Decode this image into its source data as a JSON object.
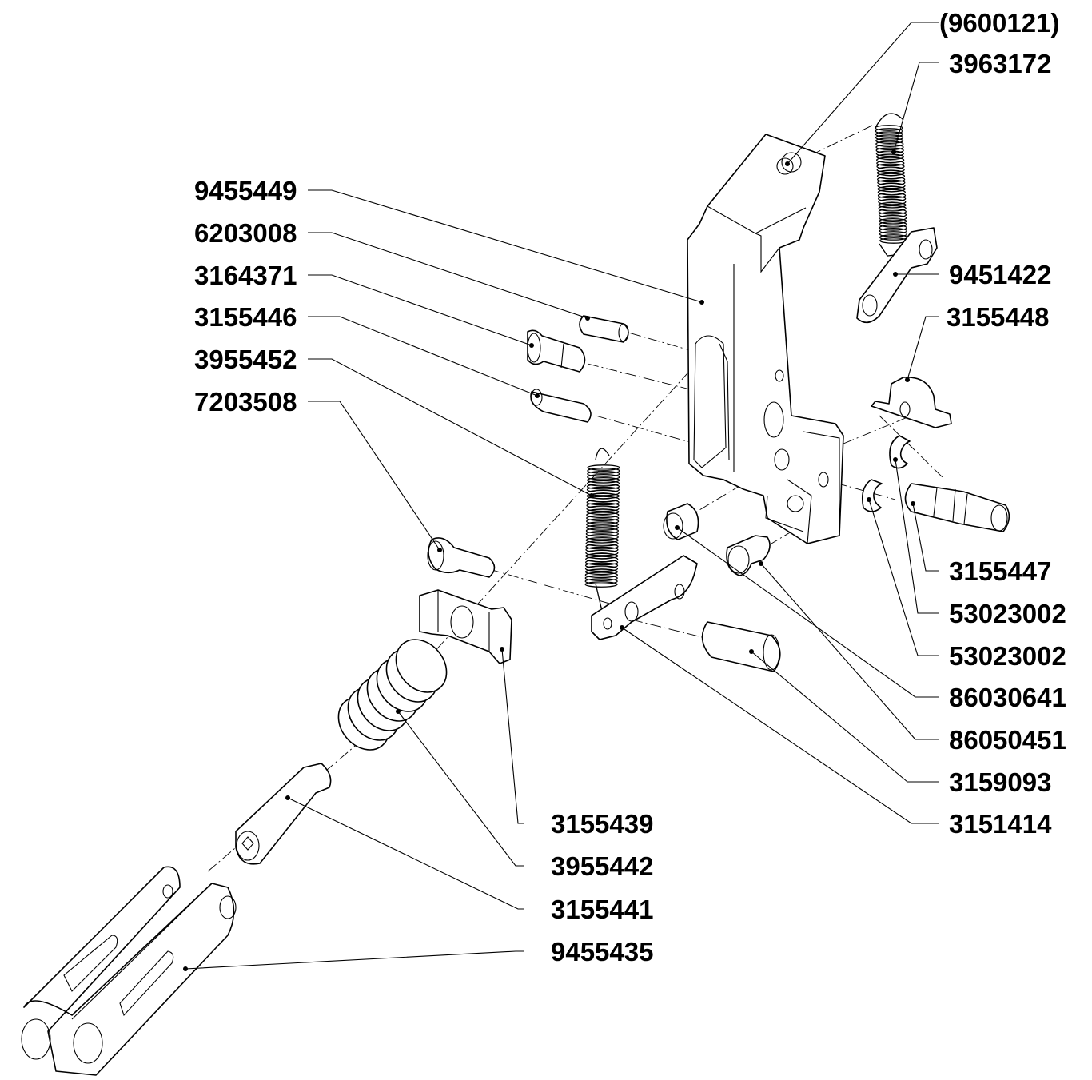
{
  "labels": {
    "p9600121": "(9600121)",
    "p3963172": "3963172",
    "p9455449": "9455449",
    "p6203008": "6203008",
    "p3164371": "3164371",
    "p3155446": "3155446",
    "p3955452": "3955452",
    "p7203508": "7203508",
    "p9451422": "9451422",
    "p3155448": "3155448",
    "p3155447": "3155447",
    "p53023002a": "53023002",
    "p53023002b": "53023002",
    "p86030641": "86030641",
    "p86050451": "86050451",
    "p3159093": "3159093",
    "p3151414": "3151414",
    "p3155439": "3155439",
    "p3955442": "3955442",
    "p3155441": "3155441",
    "p9455435": "9455435"
  },
  "colors": {
    "line": "#000000",
    "background": "#ffffff"
  }
}
